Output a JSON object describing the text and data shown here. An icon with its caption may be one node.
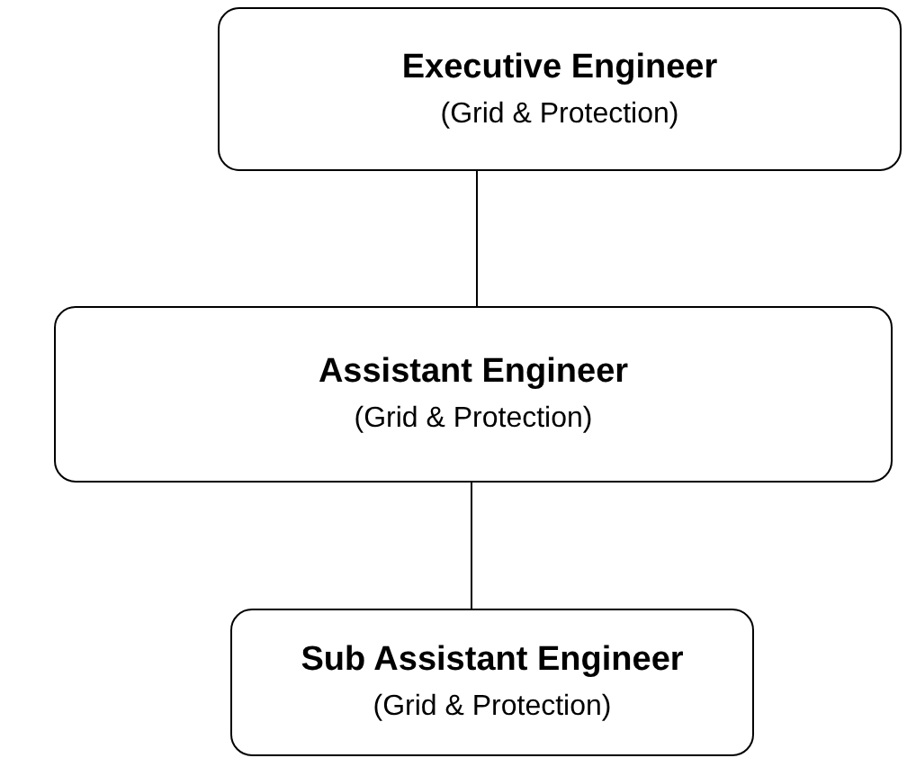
{
  "diagram": {
    "nodes": [
      {
        "text": [
          "Executive Engineer",
          "(Grid & Protection)"
        ]
      },
      {
        "text": [
          "Assistant Engineer",
          "(Grid & Protection)"
        ]
      },
      {
        "text": [
          "Sub Assistant Engineer",
          "(Grid & Protection)"
        ]
      }
    ],
    "edges": [
      {
        "from": 0,
        "to": 1,
        "arrow": "none"
      },
      {
        "from": 1,
        "to": 2,
        "arrow": "none"
      }
    ]
  }
}
